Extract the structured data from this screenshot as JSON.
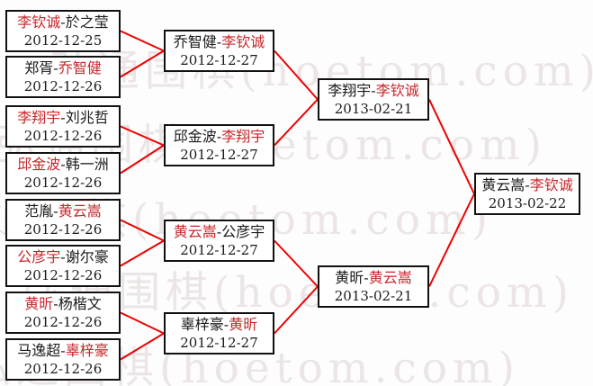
{
  "watermark": {
    "text": "弘通围棋(hoetom.com)"
  },
  "separator": "-",
  "colors": {
    "winner_text": "#c5272b",
    "connector_line": "#ee0000",
    "watermark": "#ece5e5"
  },
  "bracket": {
    "round1": [
      {
        "p1": "李钦诚",
        "p1_class": "winner",
        "p2": "於之莹",
        "p2_class": "loser",
        "date": "2012-12-25"
      },
      {
        "p1": "郑胥",
        "p1_class": "loser",
        "p2": "乔智健",
        "p2_class": "winner",
        "date": "2012-12-26"
      },
      {
        "p1": "李翔宇",
        "p1_class": "winner",
        "p2": "刘兆哲",
        "p2_class": "loser",
        "date": "2012-12-26"
      },
      {
        "p1": "邱金波",
        "p1_class": "winner",
        "p2": "韩一洲",
        "p2_class": "loser",
        "date": "2012-12-26"
      },
      {
        "p1": "范胤",
        "p1_class": "loser",
        "p2": "黄云嵩",
        "p2_class": "winner",
        "date": "2012-12-26"
      },
      {
        "p1": "公彦宇",
        "p1_class": "winner",
        "p2": "谢尔豪",
        "p2_class": "loser",
        "date": "2012-12-26"
      },
      {
        "p1": "黄昕",
        "p1_class": "winner",
        "p2": "杨楷文",
        "p2_class": "loser",
        "date": "2012-12-26"
      },
      {
        "p1": "马逸超",
        "p1_class": "loser",
        "p2": "辜梓豪",
        "p2_class": "winner",
        "date": "2012-12-26"
      }
    ],
    "round2": [
      {
        "p1": "乔智健",
        "p1_class": "loser",
        "p2": "李钦诚",
        "p2_class": "winner",
        "date": "2012-12-27"
      },
      {
        "p1": "邱金波",
        "p1_class": "loser",
        "p2": "李翔宇",
        "p2_class": "winner",
        "date": "2012-12-27"
      },
      {
        "p1": "黄云嵩",
        "p1_class": "winner",
        "p2": "公彦宇",
        "p2_class": "loser",
        "date": "2012-12-27"
      },
      {
        "p1": "辜梓豪",
        "p1_class": "loser",
        "p2": "黄昕",
        "p2_class": "winner",
        "date": "2012-12-27"
      }
    ],
    "semifinals": [
      {
        "p1": "李翔宇",
        "p1_class": "loser",
        "p2": "李钦诚",
        "p2_class": "winner",
        "date": "2013-02-21"
      },
      {
        "p1": "黄昕",
        "p1_class": "loser",
        "p2": "黄云嵩",
        "p2_class": "winner",
        "date": "2013-02-21"
      }
    ],
    "final": [
      {
        "p1": "黄云嵩",
        "p1_class": "loser",
        "p2": "李钦诚",
        "p2_class": "winner",
        "date": "2013-02-22"
      }
    ]
  }
}
